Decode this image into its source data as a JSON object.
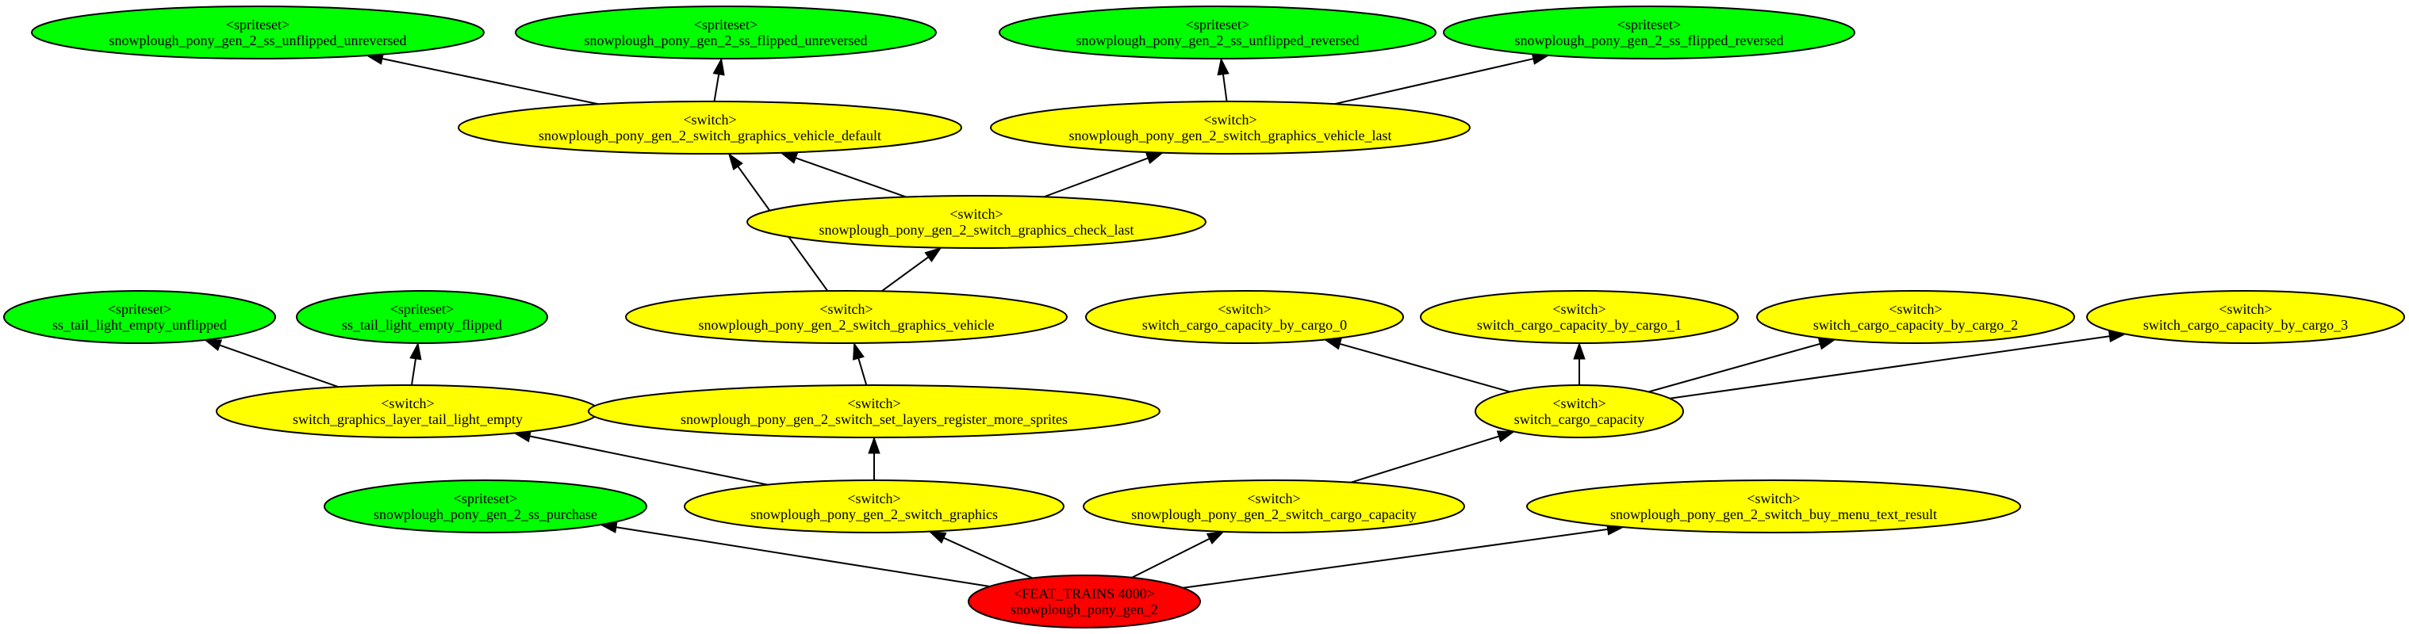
{
  "colors": {
    "spriteset": "#00ff00",
    "switch": "#ffff00",
    "feat": "#ff0000",
    "edge": "#000000"
  },
  "nodes": {
    "ss_unflipped_unreversed": {
      "kind": "spriteset",
      "type_label": "<spriteset>",
      "name": "snowplough_pony_gen_2_ss_unflipped_unreversed"
    },
    "ss_flipped_unreversed": {
      "kind": "spriteset",
      "type_label": "<spriteset>",
      "name": "snowplough_pony_gen_2_ss_flipped_unreversed"
    },
    "ss_unflipped_reversed": {
      "kind": "spriteset",
      "type_label": "<spriteset>",
      "name": "snowplough_pony_gen_2_ss_unflipped_reversed"
    },
    "ss_flipped_reversed": {
      "kind": "spriteset",
      "type_label": "<spriteset>",
      "name": "snowplough_pony_gen_2_ss_flipped_reversed"
    },
    "sw_graphics_vehicle_default": {
      "kind": "switch",
      "type_label": "<switch>",
      "name": "snowplough_pony_gen_2_switch_graphics_vehicle_default"
    },
    "sw_graphics_vehicle_last": {
      "kind": "switch",
      "type_label": "<switch>",
      "name": "snowplough_pony_gen_2_switch_graphics_vehicle_last"
    },
    "sw_graphics_check_last": {
      "kind": "switch",
      "type_label": "<switch>",
      "name": "snowplough_pony_gen_2_switch_graphics_check_last"
    },
    "ss_tail_unflipped": {
      "kind": "spriteset",
      "type_label": "<spriteset>",
      "name": "ss_tail_light_empty_unflipped"
    },
    "ss_tail_flipped": {
      "kind": "spriteset",
      "type_label": "<spriteset>",
      "name": "ss_tail_light_empty_flipped"
    },
    "sw_graphics_vehicle": {
      "kind": "switch",
      "type_label": "<switch>",
      "name": "snowplough_pony_gen_2_switch_graphics_vehicle"
    },
    "sw_cargo_cap_0": {
      "kind": "switch",
      "type_label": "<switch>",
      "name": "switch_cargo_capacity_by_cargo_0"
    },
    "sw_cargo_cap_1": {
      "kind": "switch",
      "type_label": "<switch>",
      "name": "switch_cargo_capacity_by_cargo_1"
    },
    "sw_cargo_cap_2": {
      "kind": "switch",
      "type_label": "<switch>",
      "name": "switch_cargo_capacity_by_cargo_2"
    },
    "sw_cargo_cap_3": {
      "kind": "switch",
      "type_label": "<switch>",
      "name": "switch_cargo_capacity_by_cargo_3"
    },
    "sw_layer_tail_light": {
      "kind": "switch",
      "type_label": "<switch>",
      "name": "switch_graphics_layer_tail_light_empty"
    },
    "sw_set_layers": {
      "kind": "switch",
      "type_label": "<switch>",
      "name": "snowplough_pony_gen_2_switch_set_layers_register_more_sprites"
    },
    "sw_cargo_capacity": {
      "kind": "switch",
      "type_label": "<switch>",
      "name": "switch_cargo_capacity"
    },
    "ss_purchase": {
      "kind": "spriteset",
      "type_label": "<spriteset>",
      "name": "snowplough_pony_gen_2_ss_purchase"
    },
    "sw_graphics": {
      "kind": "switch",
      "type_label": "<switch>",
      "name": "snowplough_pony_gen_2_switch_graphics"
    },
    "sw_pony_cargo_capacity": {
      "kind": "switch",
      "type_label": "<switch>",
      "name": "snowplough_pony_gen_2_switch_cargo_capacity"
    },
    "sw_buy_menu_text": {
      "kind": "switch",
      "type_label": "<switch>",
      "name": "snowplough_pony_gen_2_switch_buy_menu_text_result"
    },
    "feat_root": {
      "kind": "feat",
      "type_label": "<FEAT_TRAINS 4000>",
      "name": "snowplough_pony_gen_2"
    }
  },
  "edges": [
    {
      "from": "sw_graphics_vehicle_default",
      "to": "ss_unflipped_unreversed"
    },
    {
      "from": "sw_graphics_vehicle_default",
      "to": "ss_flipped_unreversed"
    },
    {
      "from": "sw_graphics_vehicle_last",
      "to": "ss_unflipped_reversed"
    },
    {
      "from": "sw_graphics_vehicle_last",
      "to": "ss_flipped_reversed"
    },
    {
      "from": "sw_graphics_check_last",
      "to": "sw_graphics_vehicle_default"
    },
    {
      "from": "sw_graphics_check_last",
      "to": "sw_graphics_vehicle_last"
    },
    {
      "from": "sw_graphics_vehicle",
      "to": "sw_graphics_vehicle_default"
    },
    {
      "from": "sw_graphics_vehicle",
      "to": "sw_graphics_check_last"
    },
    {
      "from": "sw_layer_tail_light",
      "to": "ss_tail_unflipped"
    },
    {
      "from": "sw_layer_tail_light",
      "to": "ss_tail_flipped"
    },
    {
      "from": "sw_set_layers",
      "to": "sw_graphics_vehicle"
    },
    {
      "from": "sw_graphics",
      "to": "sw_layer_tail_light"
    },
    {
      "from": "sw_graphics",
      "to": "sw_set_layers"
    },
    {
      "from": "sw_cargo_capacity",
      "to": "sw_cargo_cap_0"
    },
    {
      "from": "sw_cargo_capacity",
      "to": "sw_cargo_cap_1"
    },
    {
      "from": "sw_cargo_capacity",
      "to": "sw_cargo_cap_2"
    },
    {
      "from": "sw_cargo_capacity",
      "to": "sw_cargo_cap_3"
    },
    {
      "from": "sw_pony_cargo_capacity",
      "to": "sw_cargo_capacity"
    },
    {
      "from": "feat_root",
      "to": "ss_purchase"
    },
    {
      "from": "feat_root",
      "to": "sw_graphics"
    },
    {
      "from": "feat_root",
      "to": "sw_pony_cargo_capacity"
    },
    {
      "from": "feat_root",
      "to": "sw_buy_menu_text"
    }
  ]
}
